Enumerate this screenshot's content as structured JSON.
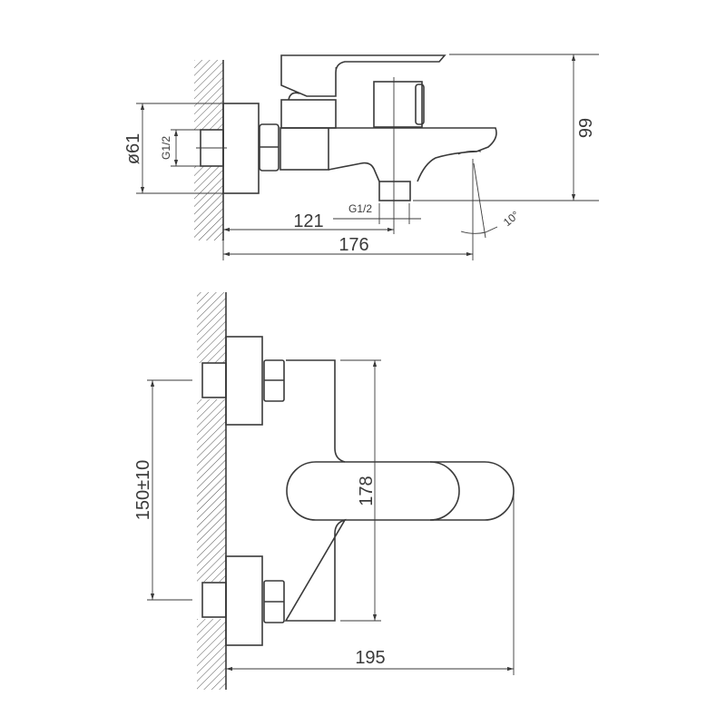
{
  "side_view": {
    "diameter_label": "ø61",
    "inlet_thread_label": "G1/2",
    "outlet_thread_label": "G1/2",
    "outlet_distance_label": "121",
    "total_depth_label": "176",
    "height_label": "99",
    "angle_label": "10°"
  },
  "front_view": {
    "inlet_spacing_label": "150±10",
    "body_height_label": "178",
    "handle_depth_label": "195"
  },
  "colors": {
    "line": "#3a3a3a",
    "background": "#ffffff"
  }
}
